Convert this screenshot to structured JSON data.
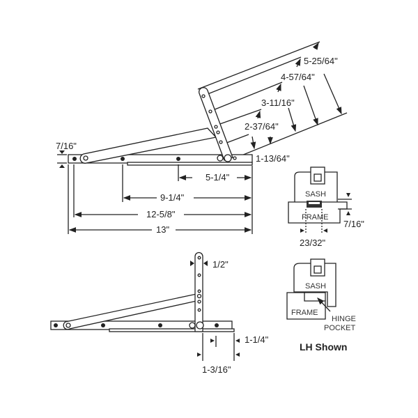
{
  "top_view": {
    "dims": {
      "d1": "5-25/64\"",
      "d2": "4-57/64\"",
      "d3": "3-11/16\"",
      "d4": "2-37/64\"",
      "d5": "1-13/64\"",
      "track_height": "7/16\"",
      "h1": "5-1/4\"",
      "h2": "9-1/4\"",
      "h3": "12-5/8\"",
      "h4": "13\""
    }
  },
  "detail_top": {
    "sash": "SASH",
    "frame": "FRAME",
    "height": "7/16\"",
    "width": "23/32\""
  },
  "bottom_view": {
    "arm_width": "1/2\"",
    "offset1": "1-1/4\"",
    "offset2": "1-3/16\""
  },
  "detail_bottom": {
    "sash": "SASH",
    "frame": "FRAME",
    "pocket_line1": "HINGE",
    "pocket_line2": "POCKET",
    "caption": "LH Shown"
  }
}
